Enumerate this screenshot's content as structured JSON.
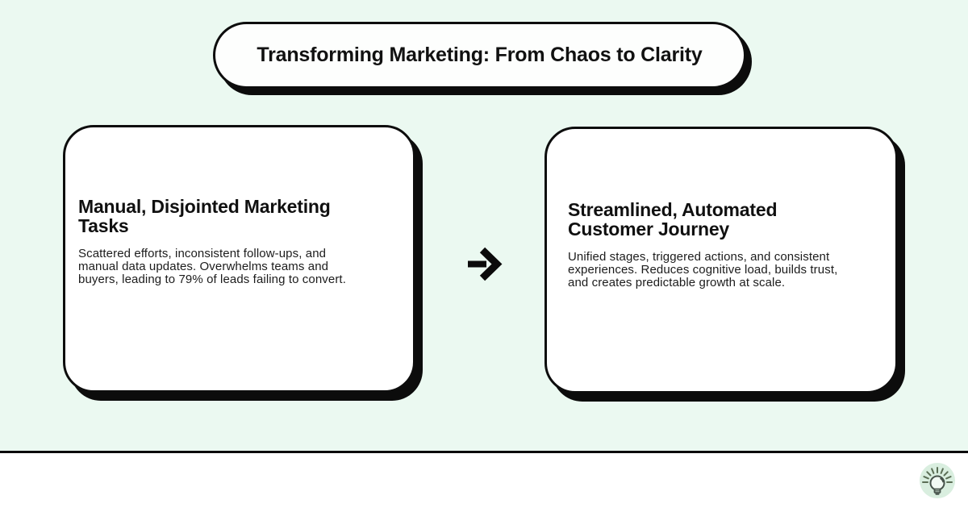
{
  "page": {
    "background_color": "#ebf9f1",
    "footer_background_color": "#ffffff",
    "border_color": "#0d0d0d",
    "shadow_color": "#0c0c0c"
  },
  "header": {
    "title": "Transforming Marketing: From Chaos to Clarity"
  },
  "cards": {
    "left": {
      "heading": "Manual, Disjointed Marketing\nTasks",
      "body": "Scattered efforts, inconsistent follow-ups, and\nmanual data updates. Overwhelms teams and\nbuyers, leading to 79% of leads failing to convert."
    },
    "right": {
      "heading": "Streamlined, Automated\nCustomer Journey",
      "body": "Unified stages, triggered actions, and consistent\nexperiences. Reduces cognitive load, builds trust,\nand creates predictable growth at scale."
    }
  },
  "arrow": {
    "direction": "right",
    "color": "#0b0b0b"
  },
  "footer": {
    "icon": "lightbulb-icon",
    "badge_color": "#d9eedf",
    "stroke_color": "#47534b",
    "ray_color": "#5b6e55"
  }
}
